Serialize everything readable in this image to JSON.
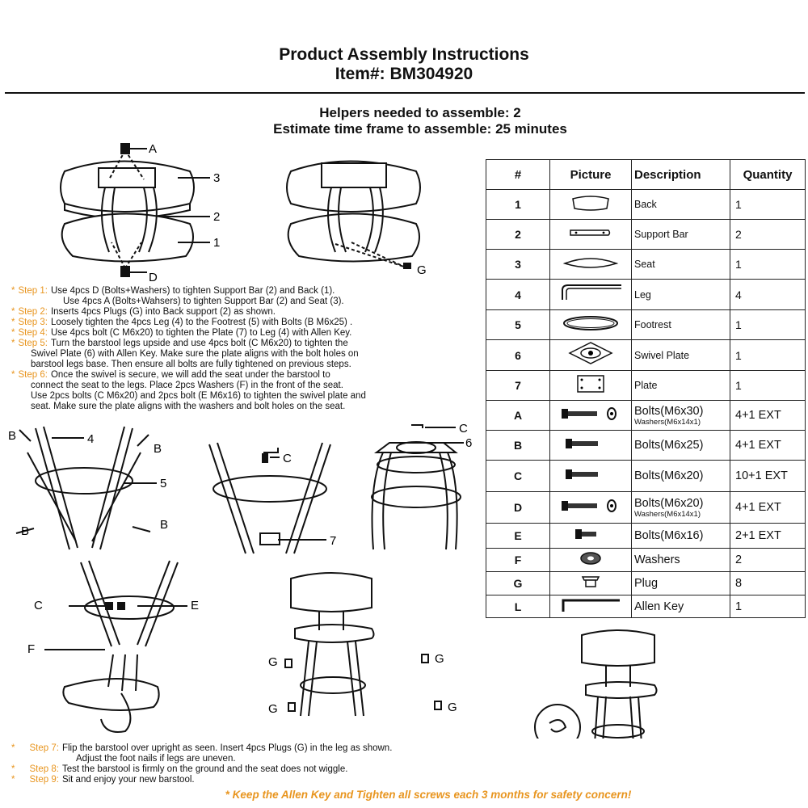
{
  "header": {
    "title": "Product Assembly Instructions",
    "item": "Item#: BM304920",
    "helpers": "Helpers needed to assemble: 2",
    "timeframe": "Estimate time frame to assemble: 25 minutes"
  },
  "steps": [
    {
      "label": "Step 1:",
      "text": "Use 4pcs D (Bolts+Washers) to tighten Support Bar (2) and Back (1).",
      "cont": [
        "Use 4pcs A (Bolts+Wahsers) to tighten Support Bar (2) and Seat (3)."
      ]
    },
    {
      "label": "Step 2:",
      "text": "Inserts 4pcs Plugs (G) into Back support (2) as shown.",
      "cont": []
    },
    {
      "label": "Step 3:",
      "text": "Loosely tighten the 4pcs Leg (4) to the Footrest (5) with Bolts (B M6x25) .",
      "cont": []
    },
    {
      "label": "Step 4:",
      "text": "Use 4pcs bolt (C M6x20) to tighten the Plate (7) to Leg (4) with Allen Key.",
      "cont": []
    },
    {
      "label": "Step 5:",
      "text": "Turn the barstool legs upside and use 4pcs bolt (C M6x20) to tighten the",
      "cont": [
        "Swivel Plate (6) with Allen Key. Make sure the plate aligns with the bolt holes on",
        "barstool legs base. Then ensure all bolts are fully tightened on previous steps."
      ]
    },
    {
      "label": "Step 6:",
      "text": "Once the swivel is secure, we will add the seat under the barstool to",
      "cont": [
        "connect the seat to the legs. Place 2pcs Washers (F) in the front of the seat.",
        "Use 2pcs bolts (C M6x20) and 2pcs bolt (E M6x16) to tighten the swivel plate and",
        "seat. Make sure the plate aligns with the washers and bolt holes on the seat."
      ]
    },
    {
      "label": "Step 7:",
      "text": "Flip the barstool over upright as seen. Insert 4pcs Plugs (G) in the leg as shown.",
      "cont": [
        "Adjust the foot nails if legs are uneven."
      ]
    },
    {
      "label": "Step 8:",
      "text": "Test the barstool is firmly on the ground and the seat does not wiggle.",
      "cont": []
    },
    {
      "label": "Step 9:",
      "text": "Sit and enjoy your new barstool.",
      "cont": []
    }
  ],
  "step_star": "*",
  "table": {
    "headers": [
      "#",
      "Picture",
      "Description",
      "Quantity"
    ],
    "rows": [
      {
        "num": "1",
        "icon": "back-icon",
        "desc": "Back",
        "qty": "1"
      },
      {
        "num": "2",
        "icon": "support-bar-icon",
        "desc": "Support Bar",
        "qty": "2"
      },
      {
        "num": "3",
        "icon": "seat-icon",
        "desc": "Seat",
        "qty": "1"
      },
      {
        "num": "4",
        "icon": "leg-icon",
        "desc": "Leg",
        "qty": "4"
      },
      {
        "num": "5",
        "icon": "footrest-icon",
        "desc": "Footrest",
        "qty": "1"
      },
      {
        "num": "6",
        "icon": "swivel-plate-icon",
        "desc": "Swivel Plate",
        "qty": "1"
      },
      {
        "num": "7",
        "icon": "plate-icon",
        "desc": "Plate",
        "qty": "1"
      },
      {
        "num": "A",
        "icon": "bolt-washer-icon",
        "desc": "Bolts(M6x30)",
        "sub": "Washers(M6x14x1)",
        "qty": "4+1 EXT"
      },
      {
        "num": "B",
        "icon": "bolt-icon",
        "desc": "Bolts(M6x25)",
        "qty": "4+1 EXT"
      },
      {
        "num": "C",
        "icon": "bolt-icon",
        "desc": "Bolts(M6x20)",
        "qty": "10+1 EXT"
      },
      {
        "num": "D",
        "icon": "bolt-washer-icon",
        "desc": "Bolts(M6x20)",
        "sub": "Washers(M6x14x1)",
        "qty": "4+1 EXT"
      },
      {
        "num": "E",
        "icon": "short-bolt-icon",
        "desc": "Bolts(M6x16)",
        "qty": "2+1 EXT"
      },
      {
        "num": "F",
        "icon": "washer-icon",
        "desc": "Washers",
        "qty": "2"
      },
      {
        "num": "G",
        "icon": "plug-icon",
        "desc": "Plug",
        "qty": "8"
      },
      {
        "num": "L",
        "icon": "allen-key-icon",
        "desc": "Allen Key",
        "qty": "1"
      }
    ]
  },
  "diagram_labels": {
    "a": "A",
    "b": "B",
    "c": "C",
    "d": "D",
    "e": "E",
    "f": "F",
    "g": "G",
    "n1": "1",
    "n2": "2",
    "n3": "3",
    "n4": "4",
    "n5": "5",
    "n6": "6",
    "n7": "7"
  },
  "footer_note": "* Keep the Allen Key and Tighten all screws each 3 months for safety concern!",
  "colors": {
    "accent": "#e8951f",
    "ink": "#111111"
  }
}
